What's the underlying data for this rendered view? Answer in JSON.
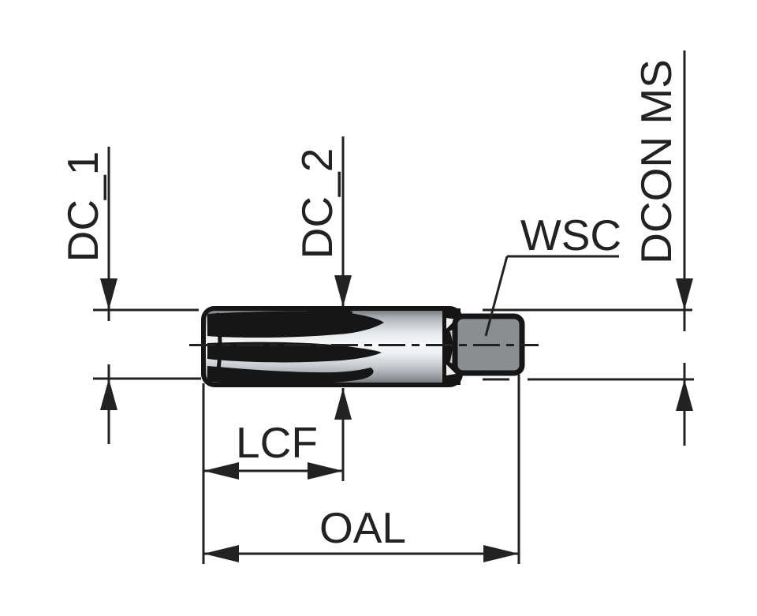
{
  "drawing": {
    "title": "tool-dimension-diagram",
    "background": "#ffffff",
    "labels": {
      "dc1": "DC_1",
      "dc2": "DC_2",
      "wsc": "WSC",
      "dcon": "DCON MS",
      "lcf": "LCF",
      "oal": "OAL"
    },
    "colors": {
      "line": "#222222",
      "outline": "#161616",
      "body_edge_dark": "#63676b",
      "body_mid_light": "#f7f8f9",
      "square_fill": "#8b8e91",
      "neck_fill": "#141414",
      "neck_highlight": "#c8ccd0",
      "notch_white": "#f0f0f0"
    }
  }
}
